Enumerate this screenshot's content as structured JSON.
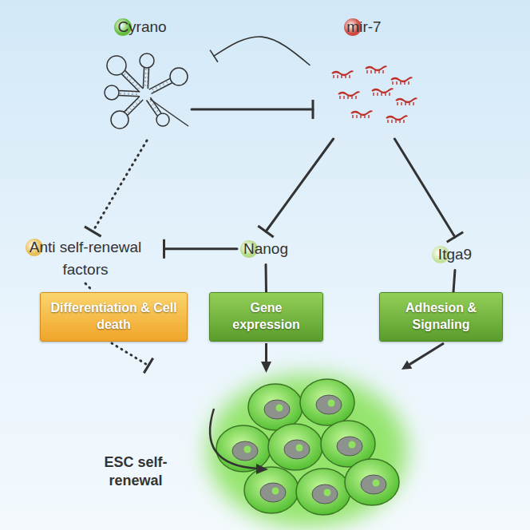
{
  "diagram": {
    "nodes": [
      {
        "text": [
          "Cyrano"
        ]
      },
      {
        "text": [
          "mir-7"
        ]
      },
      {
        "text": [
          "Anti self-renewal factors"
        ]
      },
      {
        "text": [
          "Nanog"
        ]
      },
      {
        "text": [
          "Itga9"
        ]
      },
      {
        "text": [
          "Differentiation & Cell death"
        ]
      },
      {
        "text": [
          "Gene expression"
        ]
      },
      {
        "text": [
          "Adhesion & Signaling"
        ]
      }
    ],
    "edges": [
      {
        "from": 0,
        "to": 1,
        "arrow": "to"
      },
      {
        "from": 1,
        "to": 0,
        "arrow": "to"
      },
      {
        "from": 0,
        "to": 2,
        "arrow": "to"
      },
      {
        "from": 1,
        "to": 3,
        "arrow": "to"
      },
      {
        "from": 1,
        "to": 4,
        "arrow": "to"
      },
      {
        "from": 3,
        "to": 2,
        "arrow": "to"
      },
      {
        "from": 2,
        "to": 5,
        "arrow": "none"
      },
      {
        "from": 3,
        "to": 6,
        "arrow": "none"
      },
      {
        "from": 4,
        "to": 7,
        "arrow": "none"
      }
    ],
    "labels": [
      "ESC self-renewal"
    ]
  }
}
